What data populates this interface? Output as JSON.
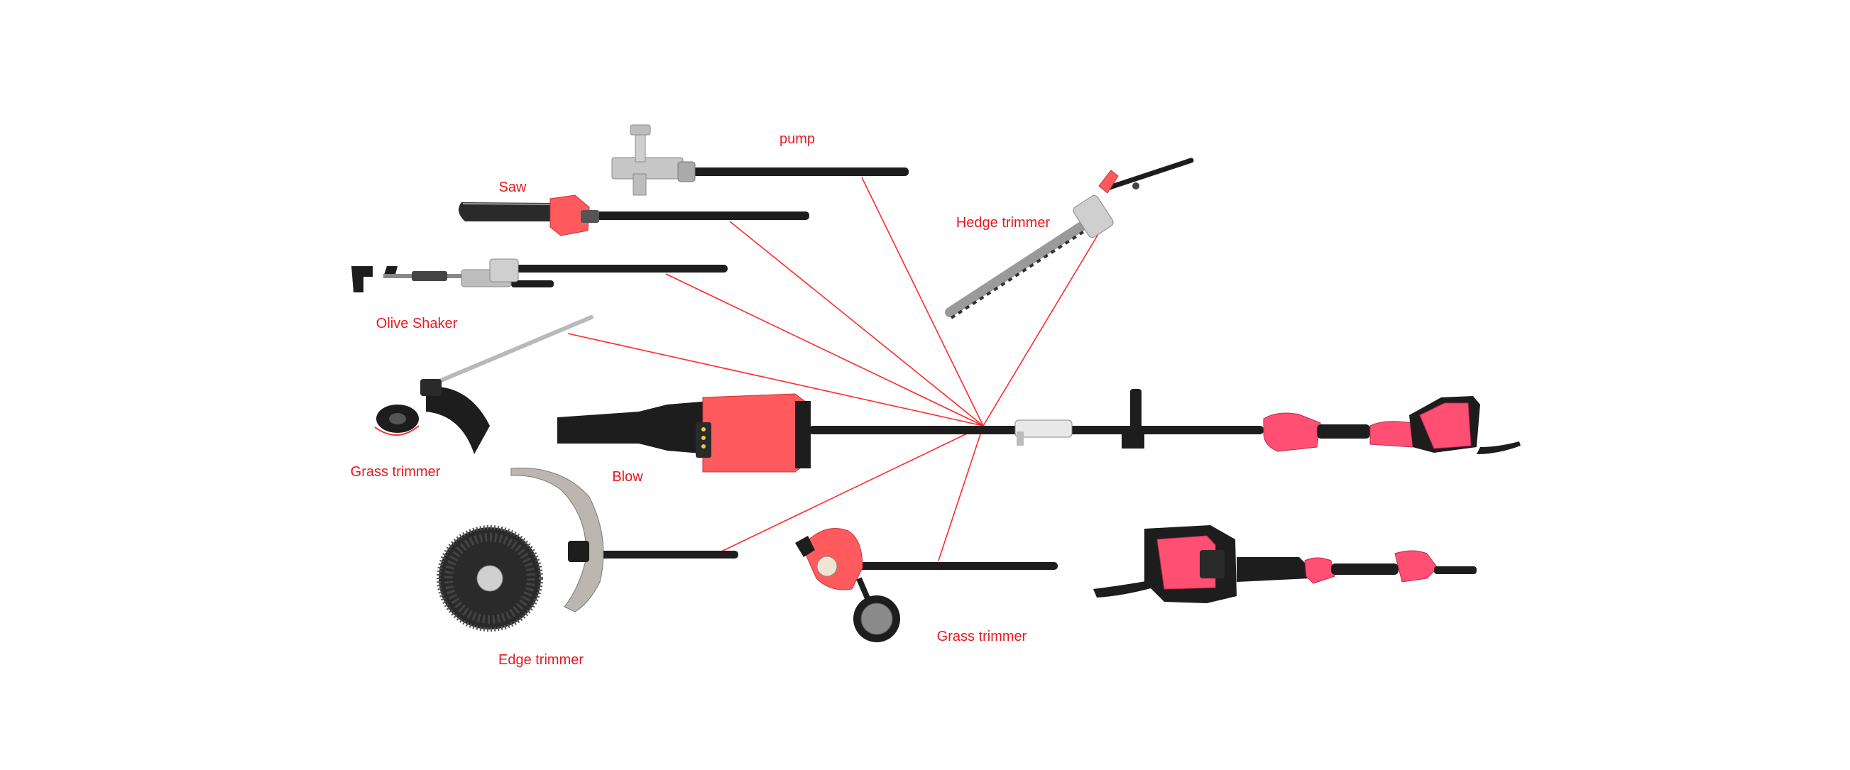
{
  "colors": {
    "accent": "#ff2a2a",
    "label_text": "#e8171f",
    "tool_body": "#ff5a5e",
    "tool_body_dark": "#d9313a",
    "tool_black": "#1d1d1d",
    "tool_metal": "#b9b9b9",
    "handle_pink": "#ff4f73"
  },
  "labels": {
    "pump": "pump",
    "saw": "Saw",
    "olive_shaker": "Olive Shaker",
    "hedge_trimmer": "Hedge trimmer",
    "grass_trimmer_left": "Grass trimmer",
    "blow": "Blow",
    "edge_trimmer": "Edge trimmer",
    "grass_trimmer_bottom": "Grass trimmer"
  },
  "icons": {
    "pump": "pump-attachment-icon",
    "saw": "pole-saw-attachment-icon",
    "olive_shaker": "olive-shaker-attachment-icon",
    "hedge_trimmer": "hedge-trimmer-attachment-icon",
    "grass_trimmer": "grass-trimmer-attachment-icon",
    "blower": "blower-attachment-icon",
    "edge_trimmer": "brush-edge-trimmer-attachment-icon",
    "edger": "wheel-edger-attachment-icon",
    "power_head": "power-head-icon"
  }
}
